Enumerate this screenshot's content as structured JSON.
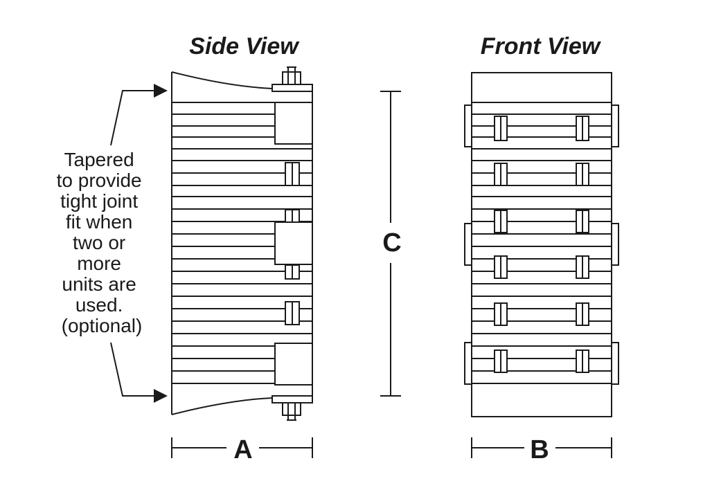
{
  "side_view": {
    "title": "Side View"
  },
  "front_view": {
    "title": "Front View"
  },
  "dimensions": {
    "a": "A",
    "b": "B",
    "c": "C"
  },
  "note": {
    "lines": [
      "Tapered",
      "to provide",
      "tight joint",
      "fit when",
      "two or",
      "more",
      "units are",
      "used.",
      "(optional)"
    ]
  }
}
